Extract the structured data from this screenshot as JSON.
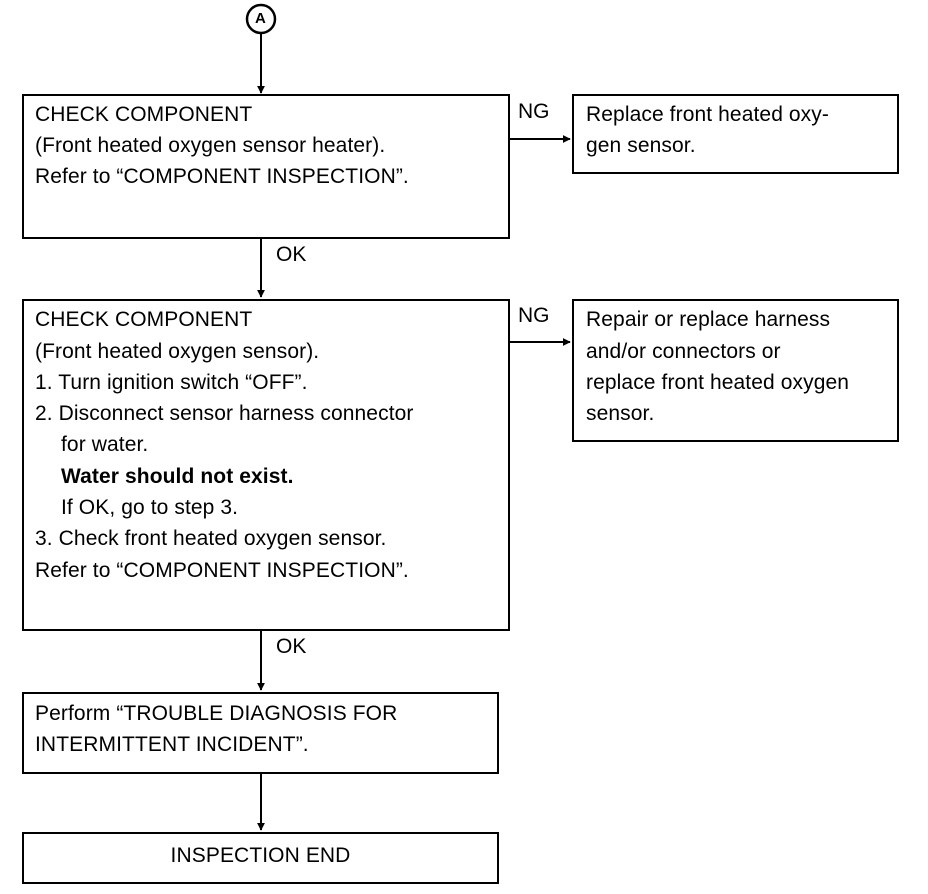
{
  "start": {
    "label": "A"
  },
  "step1": {
    "lines": [
      "CHECK COMPONENT",
      "(Front heated oxygen sensor heater).",
      "Refer to “COMPONENT INSPECTION”."
    ],
    "ng_label": "NG",
    "ng_action": [
      "Replace front heated oxy-",
      "gen sensor."
    ],
    "ok_label": "OK"
  },
  "step2": {
    "lines": [
      "CHECK COMPONENT",
      "(Front heated oxygen sensor).",
      "1. Turn ignition switch “OFF”.",
      "2. Disconnect sensor harness connector",
      "for water.",
      "Water should not exist.",
      "If OK, go to step 3.",
      "3. Check front heated oxygen sensor.",
      "Refer to “COMPONENT INSPECTION”."
    ],
    "ng_label": "NG",
    "ng_action": [
      "Repair or replace harness",
      "and/or connectors or",
      "replace front heated oxygen",
      "sensor."
    ],
    "ok_label": "OK"
  },
  "step3": {
    "lines": [
      "Perform “TROUBLE DIAGNOSIS FOR",
      "INTERMITTENT INCIDENT”."
    ]
  },
  "end": {
    "label": "INSPECTION END"
  }
}
